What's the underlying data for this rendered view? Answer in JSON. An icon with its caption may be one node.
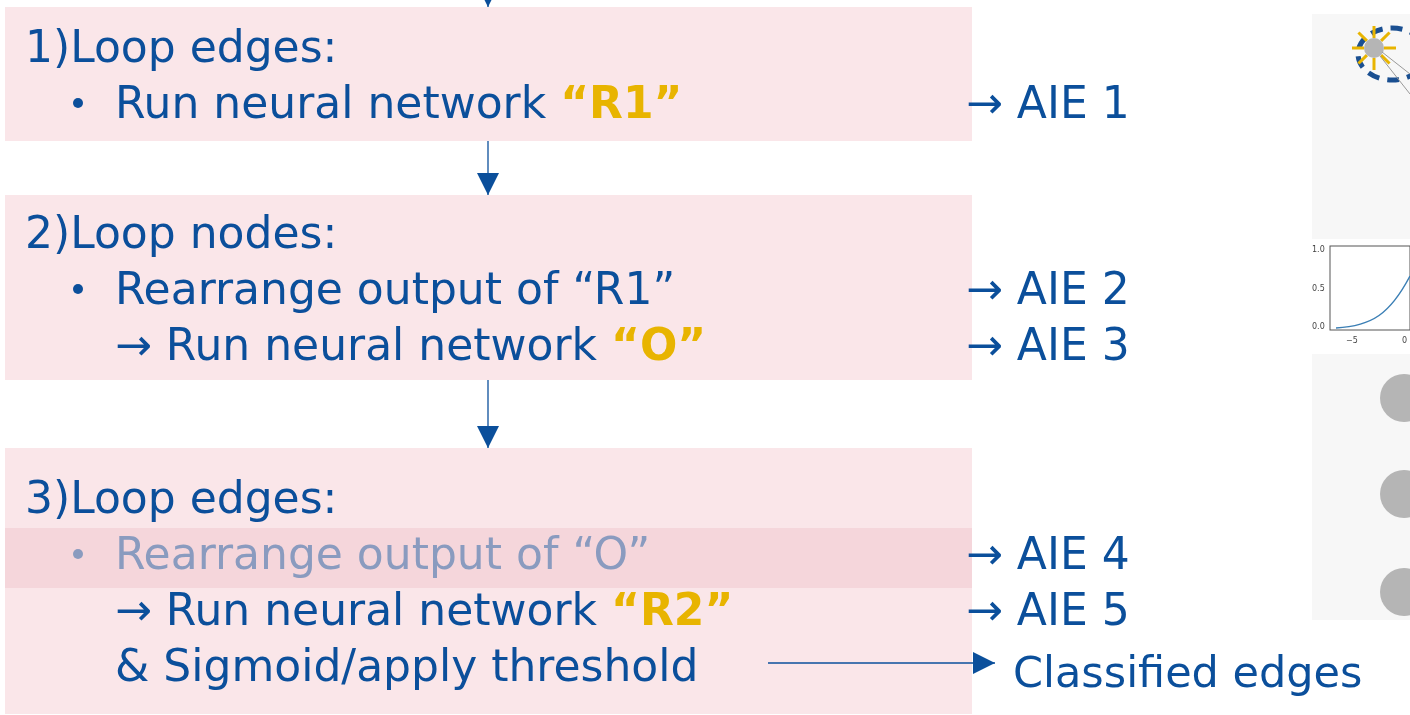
{
  "diagram": {
    "nodes": [
      {
        "text": [
          "1)Loop edges:",
          "Run neural network **“R1”**"
        ]
      },
      {
        "text": [
          "2)Loop nodes:",
          "Rearrange output of “R1”",
          "→ Run neural network **“O”**"
        ]
      },
      {
        "text": [
          "3)Loop edges:",
          "Rearrange output of “O”",
          "→ Run neural network **“R2”**",
          "& Sigmoid/apply threshold"
        ]
      },
      {
        "text": [
          "Classified edges"
        ]
      }
    ],
    "edges": [
      {
        "from": null,
        "to": 0,
        "arrow": "to"
      },
      {
        "from": 0,
        "to": 1,
        "arrow": "to"
      },
      {
        "from": 1,
        "to": 2,
        "arrow": "to"
      },
      {
        "from": 2,
        "to": 3,
        "arrow": "to"
      }
    ],
    "labels": [
      "→ AIE 1",
      "→ AIE 2",
      "→ AIE 3",
      "→ AIE 4",
      "→ AIE 5",
      "1.0",
      "0.5",
      "0.0",
      "−5",
      "0"
    ]
  }
}
